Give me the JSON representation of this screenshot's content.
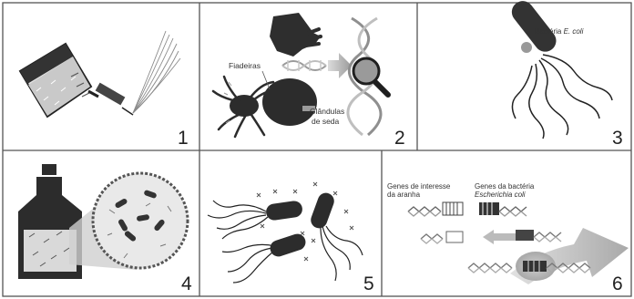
{
  "panels": [
    {
      "number": "1"
    },
    {
      "number": "2",
      "labels": {
        "fiandeiras": "Fiadeiras",
        "glandulas_1": "Glândulas",
        "glandulas_2": "de seda"
      }
    },
    {
      "number": "3",
      "labels": {
        "bacteria_prefix": "Bactéria ",
        "bacteria_species": "E. coli"
      }
    },
    {
      "number": "4"
    },
    {
      "number": "5"
    },
    {
      "number": "6",
      "labels": {
        "spider_genes_1": "Genes de interesse",
        "spider_genes_2": "da aranha",
        "bacteria_genes_1": "Genes da bactéria",
        "bacteria_genes_2": "Escherichia coli"
      }
    }
  ]
}
